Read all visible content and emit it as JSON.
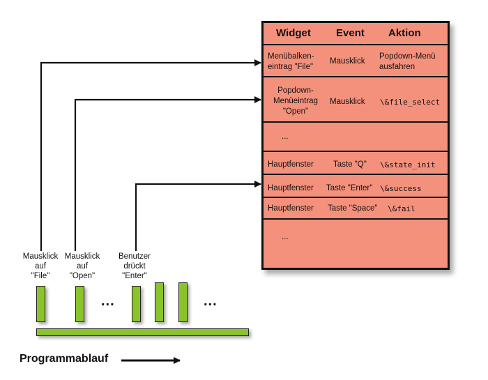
{
  "table": {
    "headers": {
      "widget": "Widget",
      "event": "Event",
      "action": "Aktion"
    },
    "rows": [
      {
        "widget": "Menübalken-\neintrag \"File\"",
        "event": "Mausklick",
        "action": "Popdown-Menü\nausfahren"
      },
      {
        "widget": "Popdown-\nMenüeintrag\n\"Open\"",
        "event": "Mausklick",
        "action": "\\&file_select"
      },
      {
        "widget": "...",
        "event": "",
        "action": ""
      },
      {
        "widget": "Hauptfenster",
        "event": "Taste \"Q\"",
        "action": "\\&state_init"
      },
      {
        "widget": "Hauptfenster",
        "event": "Taste \"Enter\"",
        "action": "\\&success"
      },
      {
        "widget": "Hauptfenster",
        "event": "Taste \"Space\"",
        "action": "\\&fail"
      },
      {
        "widget": "...",
        "event": "",
        "action": ""
      }
    ]
  },
  "triggers": [
    {
      "text": "Mausklick\nauf\n\"File\""
    },
    {
      "text": "Mausklick\nauf\n\"Open\""
    },
    {
      "text": "Benutzer\ndrückt\n\"Enter\""
    }
  ],
  "ellipsis": "...",
  "timeline_label": "Programmablauf",
  "colors": {
    "table_fill": "#f4917c",
    "bar_fill": "#8bc42a",
    "line": "#111111"
  }
}
